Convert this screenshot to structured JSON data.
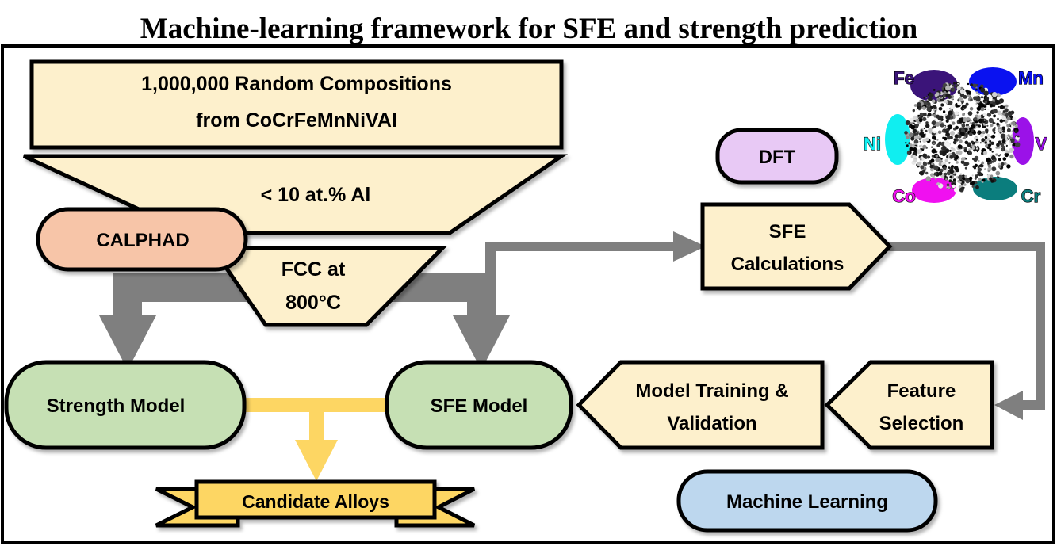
{
  "title": "Machine-learning framework for SFE and strength prediction",
  "colors": {
    "cream": "#FDF0CC",
    "calphad": "#F7C5A8",
    "model_green": "#C6E0B4",
    "dft_purple": "#E8C9F5",
    "ml_blue": "#BDD7EE",
    "gray_arrow": "#7F7F7F",
    "yellow": "#FDD663"
  },
  "nodes": {
    "compositions": {
      "line1": "1,000,000 Random Compositions",
      "line2": "from CoCrFeMnNiVAl"
    },
    "al_filter": {
      "label": "< 10 at.% Al"
    },
    "calphad": {
      "label": "CALPHAD"
    },
    "fcc_filter": {
      "line1": "FCC at",
      "line2": "800°C"
    },
    "dft": {
      "label": "DFT"
    },
    "sfe_calculations": {
      "line1": "SFE",
      "line2": "Calculations"
    },
    "feature_selection": {
      "line1": "Feature",
      "line2": "Selection"
    },
    "model_training": {
      "line1": "Model Training &",
      "line2": "Validation"
    },
    "sfe_model": {
      "label": "SFE Model"
    },
    "strength_model": {
      "label": "Strength Model"
    },
    "candidate_alloys": {
      "label": "Candidate Alloys"
    },
    "machine_learning": {
      "label": "Machine Learning"
    }
  },
  "element_map": {
    "elements": [
      {
        "symbol": "Fe",
        "color": "#3B1479"
      },
      {
        "symbol": "Mn",
        "color": "#0A12F0"
      },
      {
        "symbol": "Ni",
        "color": "#10EEF0"
      },
      {
        "symbol": "V",
        "color": "#9B12E8"
      },
      {
        "symbol": "Co",
        "color": "#F010F0"
      },
      {
        "symbol": "Cr",
        "color": "#0B7D7D"
      }
    ]
  }
}
